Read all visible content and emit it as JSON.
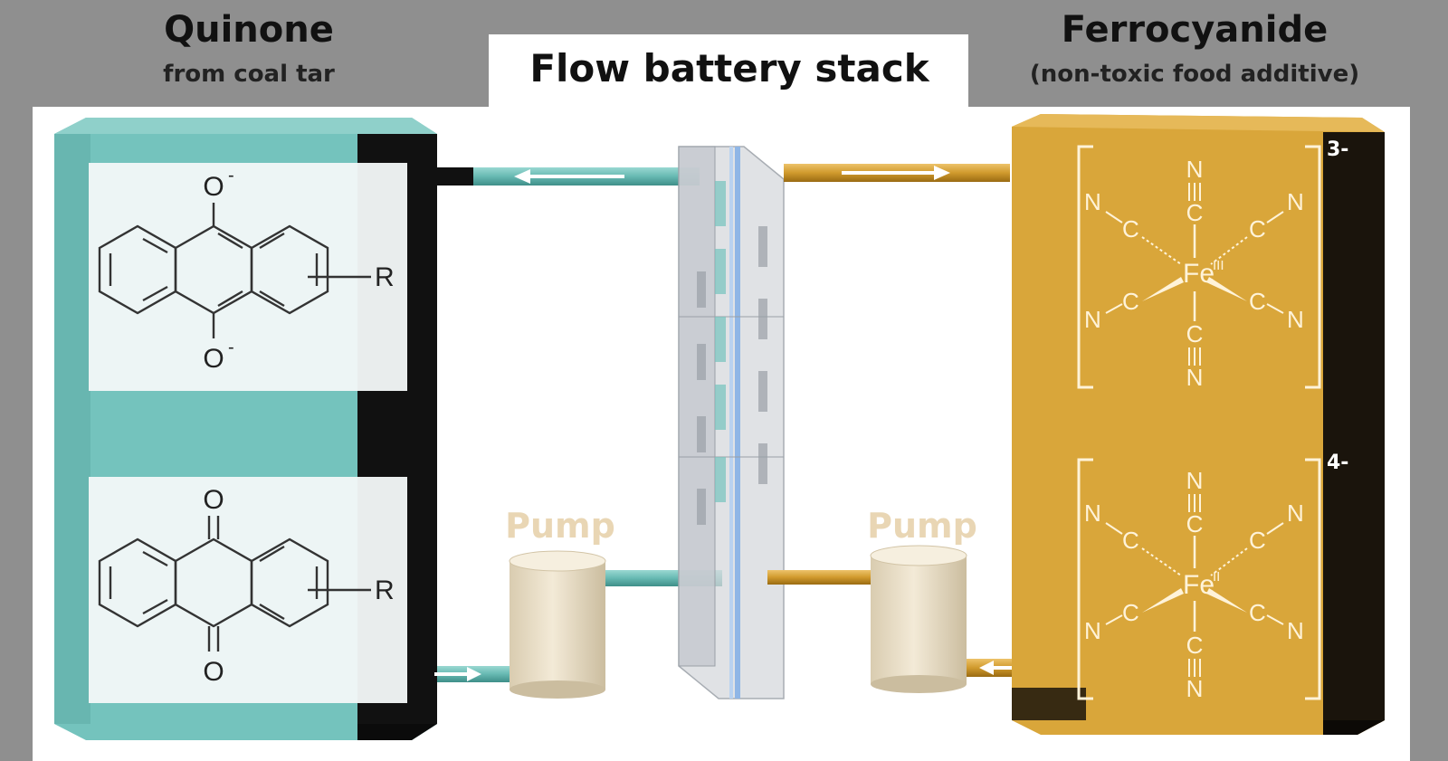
{
  "left_tank": {
    "title": "Quinone",
    "subtitle": "from coal tar",
    "color": "#74c3bd",
    "top_structure": {
      "top_atom": "O",
      "top_charge": "-",
      "bottom_atom": "O",
      "bottom_charge": "-",
      "substituent": "R"
    },
    "bottom_structure": {
      "top_atom": "O",
      "bottom_atom": "O",
      "substituent": "R"
    }
  },
  "stack": {
    "title": "Flow battery stack"
  },
  "right_tank": {
    "title": "Ferrocyanide",
    "subtitle": "(non-toxic food additive)",
    "color": "#d9a63a",
    "complexes": [
      {
        "charge": "3-",
        "metal": "Fe",
        "oxidation": "III",
        "ligand_c": "C",
        "ligand_n": "N"
      },
      {
        "charge": "4-",
        "metal": "Fe",
        "oxidation": "II",
        "ligand_c": "C",
        "ligand_n": "N"
      }
    ]
  },
  "pumps": {
    "left_label": "Pump",
    "right_label": "Pump"
  }
}
